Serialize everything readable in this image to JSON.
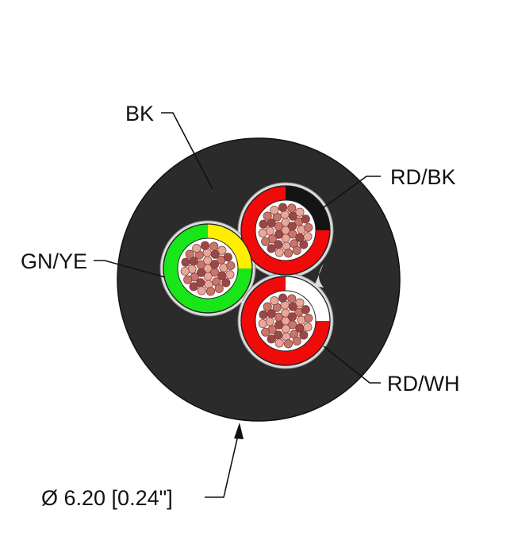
{
  "labels": {
    "sheath": "BK",
    "conductor_top": "RD/BK",
    "conductor_left": "GN/YE",
    "conductor_bottom": "RD/WH",
    "diameter": "Ø 6.20 [0.24\"]"
  },
  "colors": {
    "sheath": "#2b2b2b",
    "filler": "#d9d9d9",
    "insulation_red": "#f00a0a",
    "insulation_green": "#19e619",
    "stripe_black": "#141414",
    "stripe_yellow": "#ffee00",
    "stripe_white": "#ffffff",
    "strand_light": "#e8a79a",
    "strand_mid": "#c9756a",
    "strand_dark": "#9c4747"
  },
  "icons": {
    "diameter_arrow": "arrow-up-icon"
  }
}
